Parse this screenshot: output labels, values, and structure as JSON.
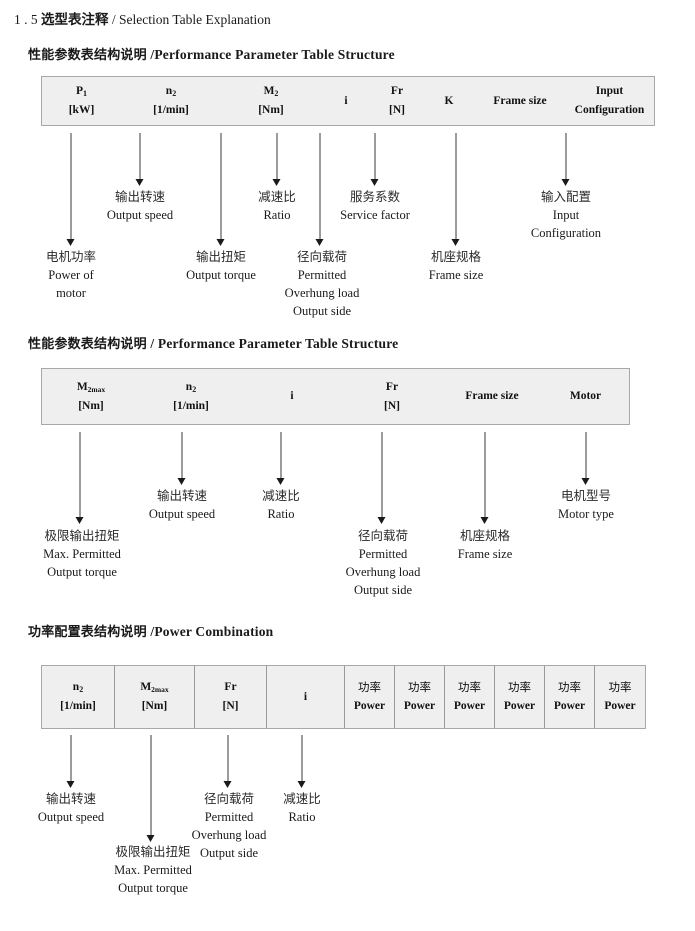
{
  "document": {
    "title_number": "1 . 5",
    "title_cn": "选型表注释",
    "title_sep": " / ",
    "title_en": "Selection Table Explanation"
  },
  "sections": [
    {
      "heading_cn": "性能参数表结构说明",
      "heading_sep": " /",
      "heading_en": "Performance Parameter Table Structure",
      "table": {
        "columns": [
          {
            "line1": "P",
            "line1_sub": "1",
            "line2": "[kW]"
          },
          {
            "line1": "n",
            "line1_sub": "2",
            "line2": "[1/min]"
          },
          {
            "line1": "M",
            "line1_sub": "2",
            "line2": "[Nm]"
          },
          {
            "line1": "i",
            "line1_sub": "",
            "line2": ""
          },
          {
            "line1": "Fr",
            "line1_sub": "",
            "line2": "[N]"
          },
          {
            "line1": "K",
            "line1_sub": "",
            "line2": ""
          },
          {
            "line1": "Frame size",
            "line1_sub": "",
            "line2": ""
          },
          {
            "line1": "Input",
            "line1_sub": "",
            "line2": "Configuration"
          }
        ]
      },
      "annotations": [
        {
          "cn": "电机功率",
          "en1": "Power of",
          "en2": "motor",
          "en3": "",
          "en4": ""
        },
        {
          "cn": "输出转速",
          "en1": "Output speed",
          "en2": "",
          "en3": "",
          "en4": ""
        },
        {
          "cn": "输出扭矩",
          "en1": "Output torque",
          "en2": "",
          "en3": "",
          "en4": ""
        },
        {
          "cn": "减速比",
          "en1": "Ratio",
          "en2": "",
          "en3": "",
          "en4": ""
        },
        {
          "cn": "径向载荷",
          "en1": "Permitted",
          "en2": "Overhung load",
          "en3": "Output side",
          "en4": ""
        },
        {
          "cn": "服务系数",
          "en1": "Service factor",
          "en2": "",
          "en3": "",
          "en4": ""
        },
        {
          "cn": "机座规格",
          "en1": "Frame size",
          "en2": "",
          "en3": "",
          "en4": ""
        },
        {
          "cn": "输入配置",
          "en1": "Input",
          "en2": "Configuration",
          "en3": "",
          "en4": ""
        }
      ]
    },
    {
      "heading_cn": "性能参数表结构说明",
      "heading_sep": " / ",
      "heading_en": "Performance Parameter Table Structure",
      "table": {
        "columns": [
          {
            "line1": "M",
            "line1_sub": "2max",
            "line2": "[Nm]"
          },
          {
            "line1": "n",
            "line1_sub": "2",
            "line2": "[1/min]"
          },
          {
            "line1": "i",
            "line1_sub": "",
            "line2": ""
          },
          {
            "line1": "Fr",
            "line1_sub": "",
            "line2": "[N]"
          },
          {
            "line1": "Frame size",
            "line1_sub": "",
            "line2": ""
          },
          {
            "line1": "Motor",
            "line1_sub": "",
            "line2": ""
          }
        ]
      },
      "annotations": [
        {
          "cn": "极限输出扭矩",
          "en1": "Max. Permitted",
          "en2": "Output  torque",
          "en3": "",
          "en4": ""
        },
        {
          "cn": "输出转速",
          "en1": "Output speed",
          "en2": "",
          "en3": "",
          "en4": ""
        },
        {
          "cn": "减速比",
          "en1": "Ratio",
          "en2": "",
          "en3": "",
          "en4": ""
        },
        {
          "cn": "径向载荷",
          "en1": "Permitted",
          "en2": "Overhung load",
          "en3": "Output side",
          "en4": ""
        },
        {
          "cn": "机座规格",
          "en1": "Frame size",
          "en2": "",
          "en3": "",
          "en4": ""
        },
        {
          "cn": "电机型号",
          "en1": "Motor type",
          "en2": "",
          "en3": "",
          "en4": ""
        }
      ]
    },
    {
      "heading_cn": "功率配置表结构说明",
      "heading_sep": " /",
      "heading_en": "Power Combination",
      "table": {
        "columns": [
          {
            "line1": "n",
            "line1_sub": "2",
            "line2": "[1/min]"
          },
          {
            "line1": "M",
            "line1_sub": "2max",
            "line2": "[Nm]"
          },
          {
            "line1": "Fr",
            "line1_sub": "",
            "line2": "[N]"
          },
          {
            "line1": "i",
            "line1_sub": "",
            "line2": ""
          },
          {
            "line1_cn": "功率",
            "line2": "Power"
          },
          {
            "line1_cn": "功率",
            "line2": "Power"
          },
          {
            "line1_cn": "功率",
            "line2": "Power"
          },
          {
            "line1_cn": "功率",
            "line2": "Power"
          },
          {
            "line1_cn": "功率",
            "line2": "Power"
          },
          {
            "line1_cn": "功率",
            "line2": "Power"
          }
        ]
      },
      "annotations": [
        {
          "cn": "输出转速",
          "en1": "Output speed",
          "en2": "",
          "en3": "",
          "en4": ""
        },
        {
          "cn": "极限输出扭矩",
          "en1": "Max. Permitted",
          "en2": "Output  torque",
          "en3": "",
          "en4": ""
        },
        {
          "cn": "径向载荷",
          "en1": "Permitted",
          "en2": "Overhung load",
          "en3": "Output side",
          "en4": ""
        },
        {
          "cn": "减速比",
          "en1": "Ratio",
          "en2": "",
          "en3": "",
          "en4": ""
        }
      ]
    }
  ],
  "colors": {
    "table_fill": "#efefef",
    "table_border": "#a8a8a8",
    "arrow": "#1a1a1a",
    "text": "#1a1a1a"
  }
}
